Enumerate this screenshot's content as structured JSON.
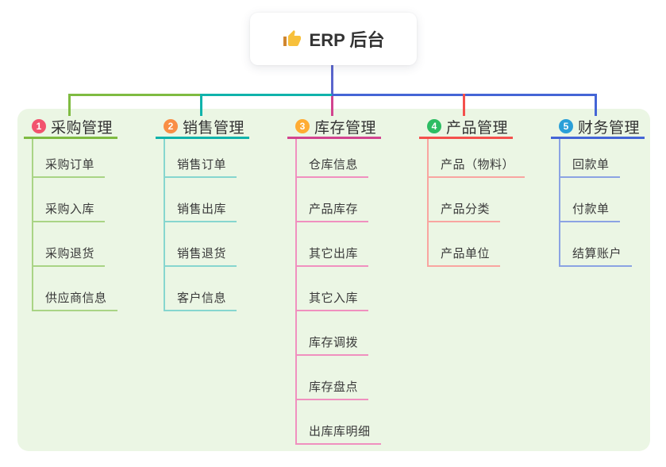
{
  "root": {
    "title": "ERP 后台",
    "icon": "thumbs-up-icon"
  },
  "panel": {
    "bg": "#ebf6e4"
  },
  "connectors": {
    "stem_color": "#5a65cd"
  },
  "branches": [
    {
      "index": "1",
      "title": "采购管理",
      "badge_color": "#f2536e",
      "line_color": "#7fbb41",
      "child_line_color": "#a9d485",
      "children": [
        "采购订单",
        "采购入库",
        "采购退货",
        "供应商信息"
      ]
    },
    {
      "index": "2",
      "title": "销售管理",
      "badge_color": "#f98e45",
      "line_color": "#10b3ab",
      "child_line_color": "#86d6cf",
      "children": [
        "销售订单",
        "销售出库",
        "销售退货",
        "客户信息"
      ]
    },
    {
      "index": "3",
      "title": "库存管理",
      "badge_color": "#ffac33",
      "line_color": "#d2448f",
      "child_line_color": "#f090bf",
      "children": [
        "仓库信息",
        "产品库存",
        "其它出库",
        "其它入库",
        "库存调拨",
        "库存盘点",
        "出库库明细"
      ]
    },
    {
      "index": "4",
      "title": "产品管理",
      "badge_color": "#2dbd63",
      "line_color": "#f4504c",
      "child_line_color": "#f9a5a0",
      "children": [
        "产品（物料）",
        "产品分类",
        "产品单位"
      ]
    },
    {
      "index": "5",
      "title": "财务管理",
      "badge_color": "#2a9fd8",
      "line_color": "#4465d6",
      "child_line_color": "#8ba3e3",
      "children": [
        "回款单",
        "付款单",
        "结算账户"
      ]
    }
  ]
}
